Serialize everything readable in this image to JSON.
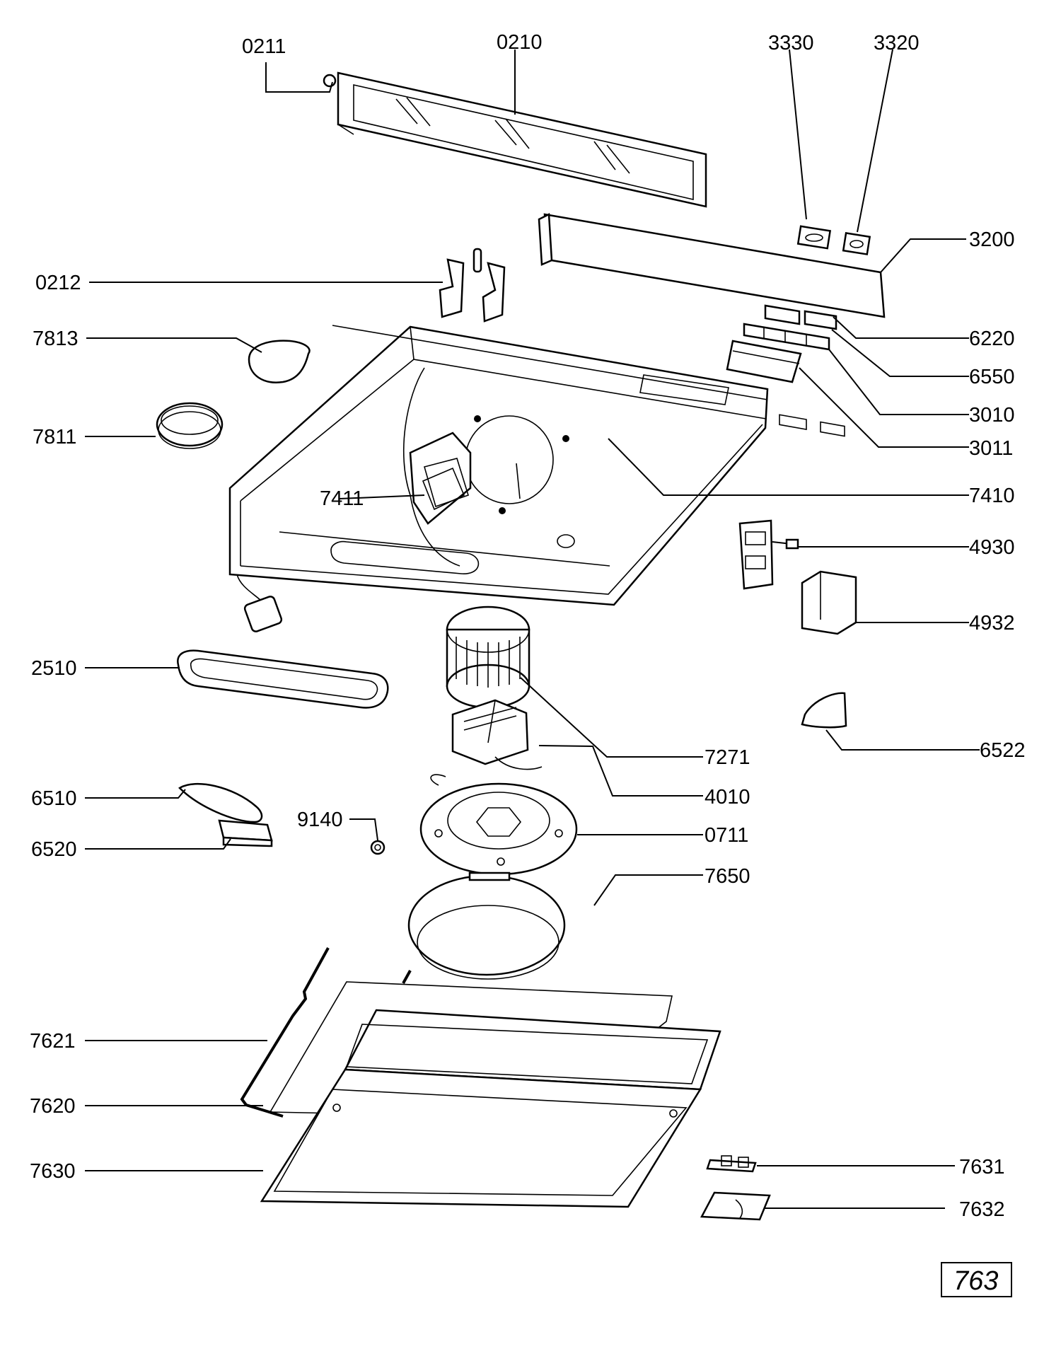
{
  "labels": {
    "p0211": "0211",
    "p0210": "0210",
    "p3330": "3330",
    "p3320": "3320",
    "p3200": "3200",
    "p0212": "0212",
    "p6220": "6220",
    "p7813": "7813",
    "p6550": "6550",
    "p3010": "3010",
    "p7811": "7811",
    "p3011": "3011",
    "p7411": "7411",
    "p7410": "7410",
    "p4930": "4930",
    "p4932": "4932",
    "p2510": "2510",
    "p6522": "6522",
    "p7271": "7271",
    "p4010": "4010",
    "p6510": "6510",
    "p9140": "9140",
    "p0711": "0711",
    "p6520": "6520",
    "p7650": "7650",
    "p7621": "7621",
    "p7620": "7620",
    "p7630": "7630",
    "p7631": "7631",
    "p7632": "7632"
  },
  "page_reference": "763"
}
